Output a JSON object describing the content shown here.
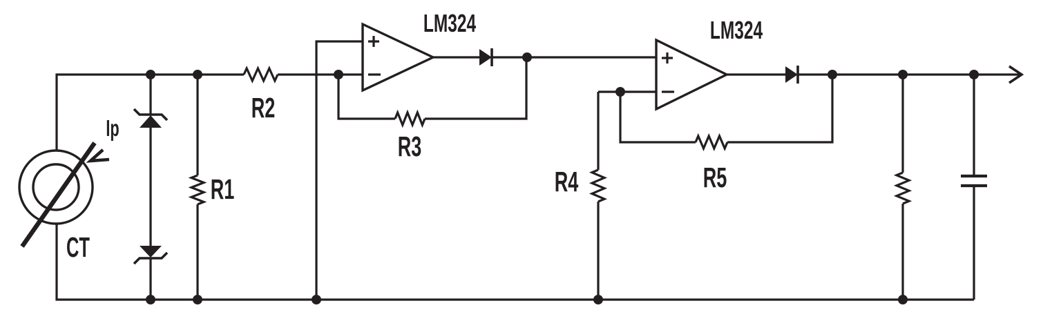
{
  "schematic": {
    "type": "circuit-schematic",
    "ink_color": "#231f20",
    "background_color": "#ffffff",
    "labels": {
      "transformer": "CT",
      "primary_current": "Ip",
      "r1": "R1",
      "r2": "R2",
      "r3": "R3",
      "r4": "R4",
      "r5": "R5",
      "opamp1": "LM324",
      "opamp2": "LM324"
    },
    "components": [
      {
        "id": "ct",
        "symbol": "current-transformer",
        "label": "CT"
      },
      {
        "id": "ip-arrow",
        "symbol": "primary-current-arrow",
        "label": "Ip"
      },
      {
        "id": "zener-top",
        "symbol": "zener-diode"
      },
      {
        "id": "zener-bottom",
        "symbol": "zener-diode"
      },
      {
        "id": "r1",
        "symbol": "resistor",
        "label": "R1"
      },
      {
        "id": "r2",
        "symbol": "resistor",
        "label": "R2"
      },
      {
        "id": "opamp1",
        "symbol": "op-amp",
        "label": "LM324"
      },
      {
        "id": "d1",
        "symbol": "diode"
      },
      {
        "id": "r3",
        "symbol": "resistor",
        "label": "R3"
      },
      {
        "id": "r4",
        "symbol": "resistor",
        "label": "R4"
      },
      {
        "id": "opamp2",
        "symbol": "op-amp",
        "label": "LM324"
      },
      {
        "id": "d2",
        "symbol": "diode"
      },
      {
        "id": "r5",
        "symbol": "resistor",
        "label": "R5"
      },
      {
        "id": "load-resistor",
        "symbol": "resistor"
      },
      {
        "id": "filter-capacitor",
        "symbol": "capacitor"
      },
      {
        "id": "output",
        "symbol": "output-arrow"
      }
    ]
  }
}
